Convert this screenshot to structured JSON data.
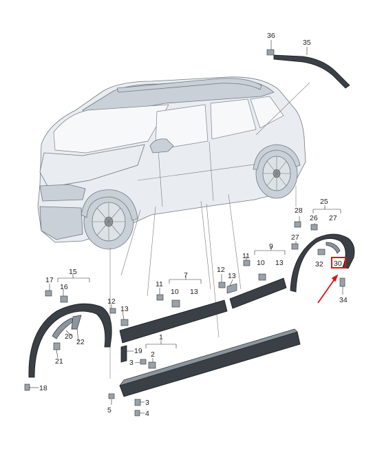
{
  "labels": {
    "l1": "1",
    "l2": "2",
    "l3": "3",
    "l4": "4",
    "l5": "5",
    "l7": "7",
    "l9": "9",
    "l10a": "10",
    "l10b": "10",
    "l11a": "11",
    "l11b": "11",
    "l12a": "12",
    "l12b": "12",
    "l13a": "13",
    "l13b": "13",
    "l13c": "13",
    "l13d": "13",
    "l15": "15",
    "l16": "16",
    "l17": "17",
    "l18": "18",
    "l19": "19",
    "l20": "20",
    "l21": "21",
    "l22": "22",
    "l25": "25",
    "l26": "26",
    "l27a": "27",
    "l27b": "27",
    "l28": "28",
    "l30": "30",
    "l32": "32",
    "l34": "34",
    "l35": "35",
    "l36": "36"
  },
  "colors": {
    "highlight": "#e01010",
    "part": "#3a4046",
    "car_body": "#e9edf1"
  }
}
